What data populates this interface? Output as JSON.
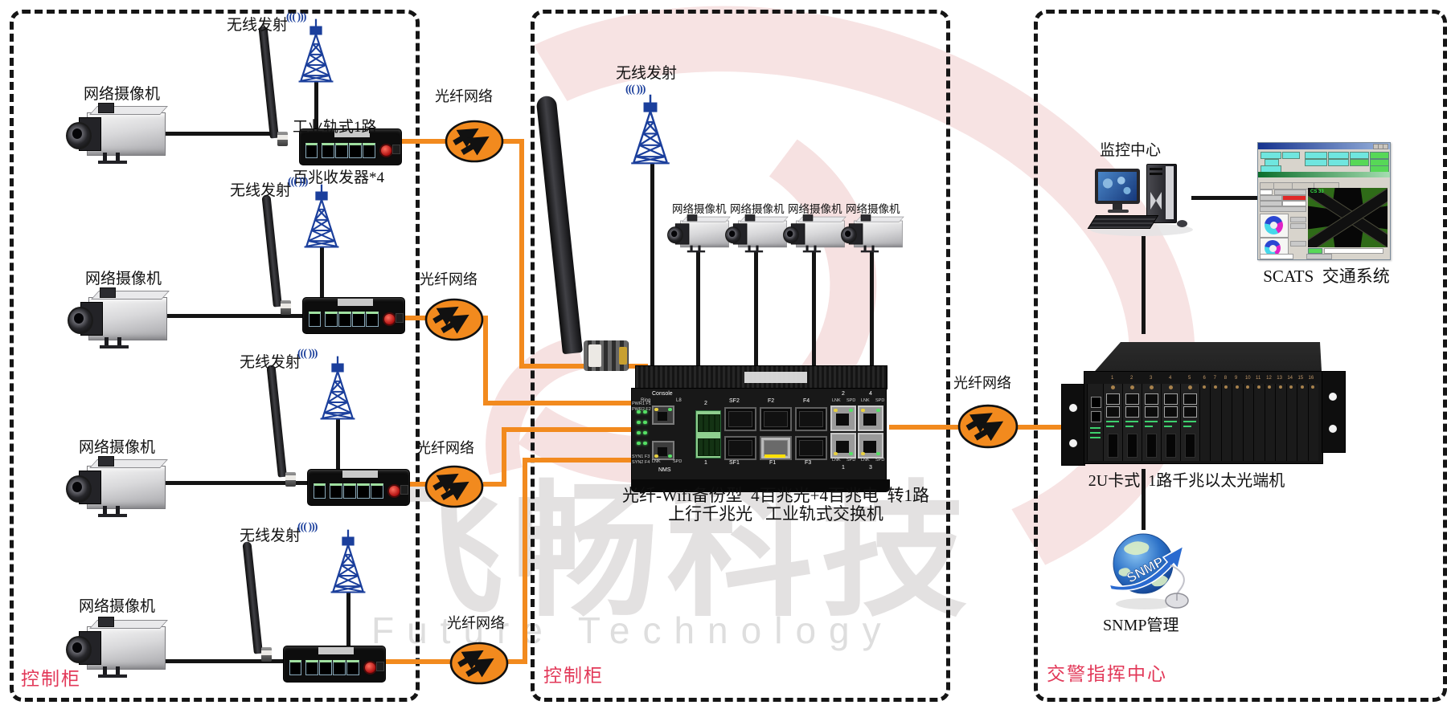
{
  "colors": {
    "orange": "#F28A1E",
    "tower_navy": "#1B3F9C",
    "red_label": "#E23858",
    "watermark_gray": "#E2E0E0",
    "watermark_pink": "#F5DCDC"
  },
  "watermark": {
    "cn": "飞畅科技",
    "en": "Future Technology"
  },
  "labels": {
    "camera": "网络摄像机",
    "wireless": "无线发射",
    "waves": "((( )))",
    "fiber": "光纤网络",
    "transceiver_line1": "工业轨式1路",
    "transceiver_line2": "百兆收发器*4",
    "switch_caption_line1": "光纤-Wifi备份型  4百兆光+4百兆电  转1路",
    "switch_caption_line2": "上行千兆光   工业轨式交换机",
    "monitor_center": "监控中心",
    "scats": "SCATS  交通系统",
    "rack": "2U卡式  1路千兆以太光端机",
    "snmp": "SNMP管理",
    "left_box": "控制柜",
    "middle_box": "控制柜",
    "right_box": "交警指挥中心"
  },
  "switch_ports": {
    "console": "Console",
    "ring": "Ring",
    "l8": "L8",
    "pwr1": "PWR1 F1",
    "pwr2": "PWR2 F2",
    "syn1": "SYN1 F3",
    "syn2": "SYN2 F4",
    "lnk": "LNK",
    "spd": "SPD",
    "nms": "NMS",
    "sf2": "SF2",
    "f2": "F2",
    "f4": "F4",
    "sf1": "SF1",
    "f1": "F1",
    "f3": "F3",
    "n1": "1",
    "n2": "2",
    "n3": "3",
    "n4": "4"
  },
  "rack_slots": [
    "1",
    "2",
    "3",
    "4",
    "5",
    "6",
    "7",
    "8",
    "9",
    "10",
    "11",
    "12",
    "13",
    "14",
    "15",
    "16"
  ],
  "scats_window": {
    "cs": "CS 33"
  }
}
